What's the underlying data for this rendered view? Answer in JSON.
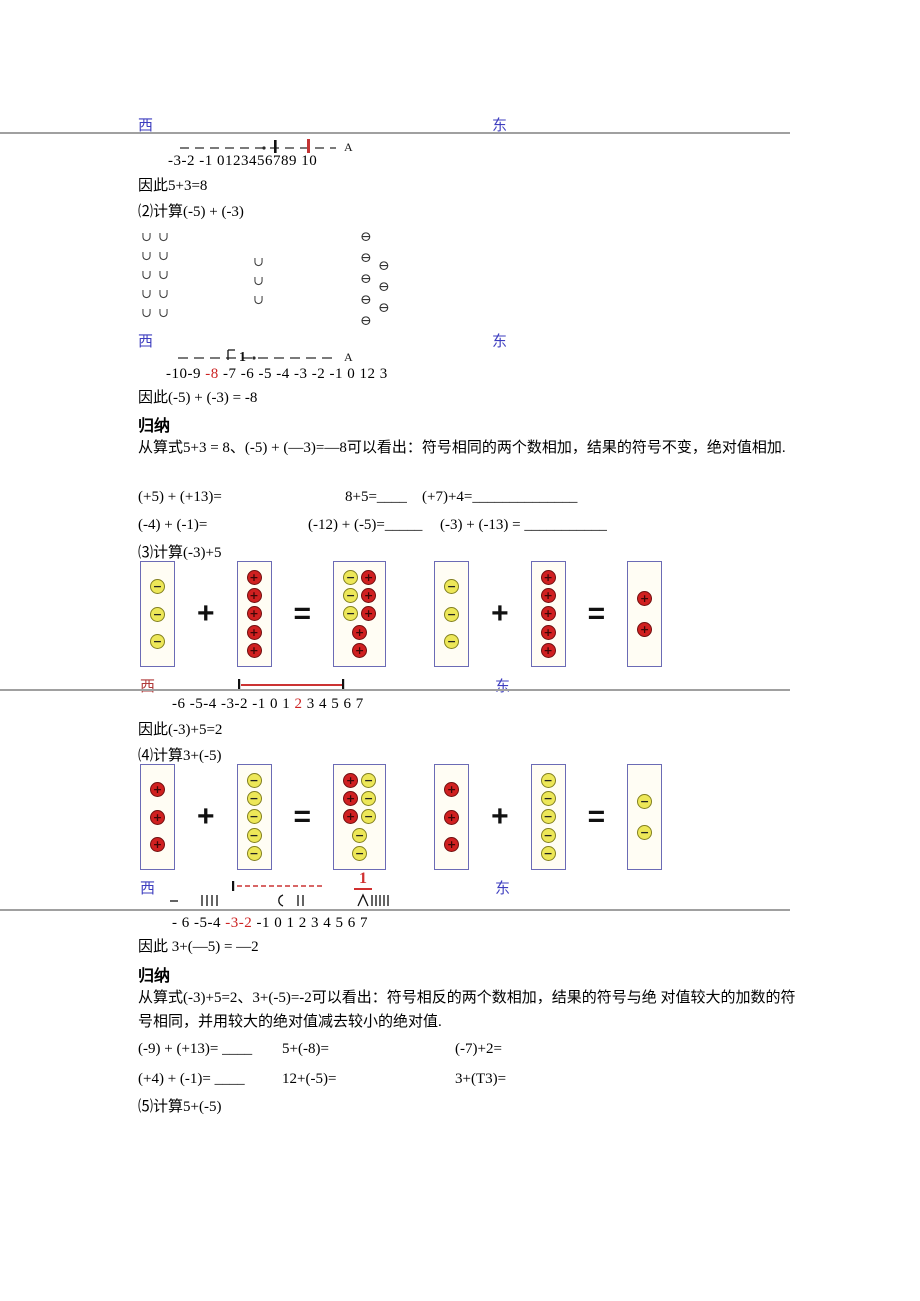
{
  "colors": {
    "direction_label_blue": "#3d3dbf",
    "direction_label_red": "#b03a3a",
    "highlight_red": "#cc2222",
    "counter_positive_red": "#d02020",
    "counter_negative_yellow": "#ede758",
    "counter_box_border": "#6b6bb5"
  },
  "section_top": {
    "west_label": "西",
    "east_label": "东",
    "sketch_arrow": "A",
    "numberline_labels": "-3-2 -1 0123456789 10",
    "conclusion": "因此5+3=8"
  },
  "step2": {
    "title": "⑵计算(-5) + (-3)",
    "counter_columns": {
      "col1": "∪\n∪\n∪\n∪\n∪",
      "col2": "∪\n∪\n∪\n∪\n∪",
      "col3": "∪\n∪\n∪",
      "col4": "⊖\n⊖\n⊖\n⊖\n⊖",
      "col5": "⊖\n⊖\n⊖"
    },
    "west_label": "西",
    "east_label": "东",
    "sketch_mark": "1",
    "sketch_arrow": "A",
    "numberline_pre": "-10-9 ",
    "numberline_red": "-8",
    "numberline_post": " -7 -6 -5 -4 -3 -2 -1 0 12 3",
    "conclusion": "因此(-5) + (-3) = -8"
  },
  "summary_same_sign": {
    "heading": "归纳",
    "text": "从算式5+3 = 8、(-5) + (—3)=—8可以看出：符号相同的两个数相加，结果的符号不变，绝对值相加."
  },
  "exercises_same_sign": {
    "r1c1": "(+5) + (+13)=",
    "r1c2": "8+5=____",
    "r1c3": "(+7)+4=______________",
    "r2c1": "(-4) + (-1)=",
    "r2c2": "(-12) + (-5)=_____",
    "r2c3": "(-3) + (-13) = ___________"
  },
  "step3": {
    "title": "⑶计算(-3)+5",
    "west_label": "西",
    "east_label": "东",
    "numberline_pre": "-6 -5-4 -3-2 -1 0 1 ",
    "numberline_red": "2",
    "numberline_post": " 3 4 5 6 7",
    "conclusion": "因此(-3)+5=2"
  },
  "step4": {
    "title": "⑷计算3+(-5)",
    "west_label": "西",
    "east_label": "东",
    "sketch_mark": "1",
    "numberline_pre": "- 6 -5-4 ",
    "numberline_red": "-3-2",
    "numberline_post": " -1 0 1 2 3 4 5 6 7",
    "conclusion": "因此 3+(—5) = —2"
  },
  "summary_opposite_sign": {
    "heading": "归纳",
    "text": "从算式(-3)+5=2、3+(-5)=-2可以看出：符号相反的两个数相加，结果的符号与绝 对值较大的加数的符号相同，并用较大的绝对值减去较小的绝对值."
  },
  "exercises_opposite_sign": {
    "r1c1": "(-9) + (+13)= ____",
    "r1c2": "5+(-8)=",
    "r1c3": "(-7)+2=",
    "r2c1": "(+4) + (-1)= ____",
    "r2c2": "12+(-5)=",
    "r2c3": "3+(T3)="
  },
  "step5": {
    "title": "⑸计算5+(-5)"
  },
  "operators": {
    "plus_sign": "+",
    "minus_sign": "−"
  },
  "counter_diagrams": [
    {
      "equation": "(-3)+5=2",
      "items": [
        {
          "type": "box",
          "circles": [
            [
              "y"
            ],
            [
              "y"
            ],
            [
              "y"
            ]
          ]
        },
        {
          "type": "op",
          "label": "+"
        },
        {
          "type": "box",
          "circles": [
            [
              "r"
            ],
            [
              "r"
            ],
            [
              "r"
            ],
            [
              "r"
            ],
            [
              "r"
            ]
          ]
        },
        {
          "type": "op",
          "label": "="
        },
        {
          "type": "box",
          "circles": [
            [
              "y",
              "r"
            ],
            [
              "y",
              "r"
            ],
            [
              "y",
              "r"
            ],
            [
              "r"
            ],
            [
              "r"
            ]
          ]
        },
        {
          "type": "box",
          "gapBefore": true,
          "circles": [
            [
              "y"
            ],
            [
              "y"
            ],
            [
              "y"
            ]
          ]
        },
        {
          "type": "op",
          "label": "+"
        },
        {
          "type": "box",
          "circles": [
            [
              "r"
            ],
            [
              "r"
            ],
            [
              "r"
            ],
            [
              "r"
            ],
            [
              "r"
            ]
          ]
        },
        {
          "type": "op",
          "label": "="
        },
        {
          "type": "box",
          "circles": [
            [
              "r"
            ],
            [
              "r"
            ]
          ]
        }
      ]
    },
    {
      "equation": "3+(-5)=-2",
      "items": [
        {
          "type": "box",
          "circles": [
            [
              "r"
            ],
            [
              "r"
            ],
            [
              "r"
            ]
          ]
        },
        {
          "type": "op",
          "label": "+"
        },
        {
          "type": "box",
          "circles": [
            [
              "y"
            ],
            [
              "y"
            ],
            [
              "y"
            ],
            [
              "y"
            ],
            [
              "y"
            ]
          ]
        },
        {
          "type": "op",
          "label": "="
        },
        {
          "type": "box",
          "circles": [
            [
              "r",
              "y"
            ],
            [
              "r",
              "y"
            ],
            [
              "r",
              "y"
            ],
            [
              "y"
            ],
            [
              "y"
            ]
          ]
        },
        {
          "type": "box",
          "gapBefore": true,
          "circles": [
            [
              "r"
            ],
            [
              "r"
            ],
            [
              "r"
            ]
          ]
        },
        {
          "type": "op",
          "label": "+"
        },
        {
          "type": "box",
          "circles": [
            [
              "y"
            ],
            [
              "y"
            ],
            [
              "y"
            ],
            [
              "y"
            ],
            [
              "y"
            ]
          ]
        },
        {
          "type": "op",
          "label": "="
        },
        {
          "type": "box",
          "circles": [
            [
              "y"
            ],
            [
              "y"
            ]
          ]
        }
      ]
    }
  ]
}
